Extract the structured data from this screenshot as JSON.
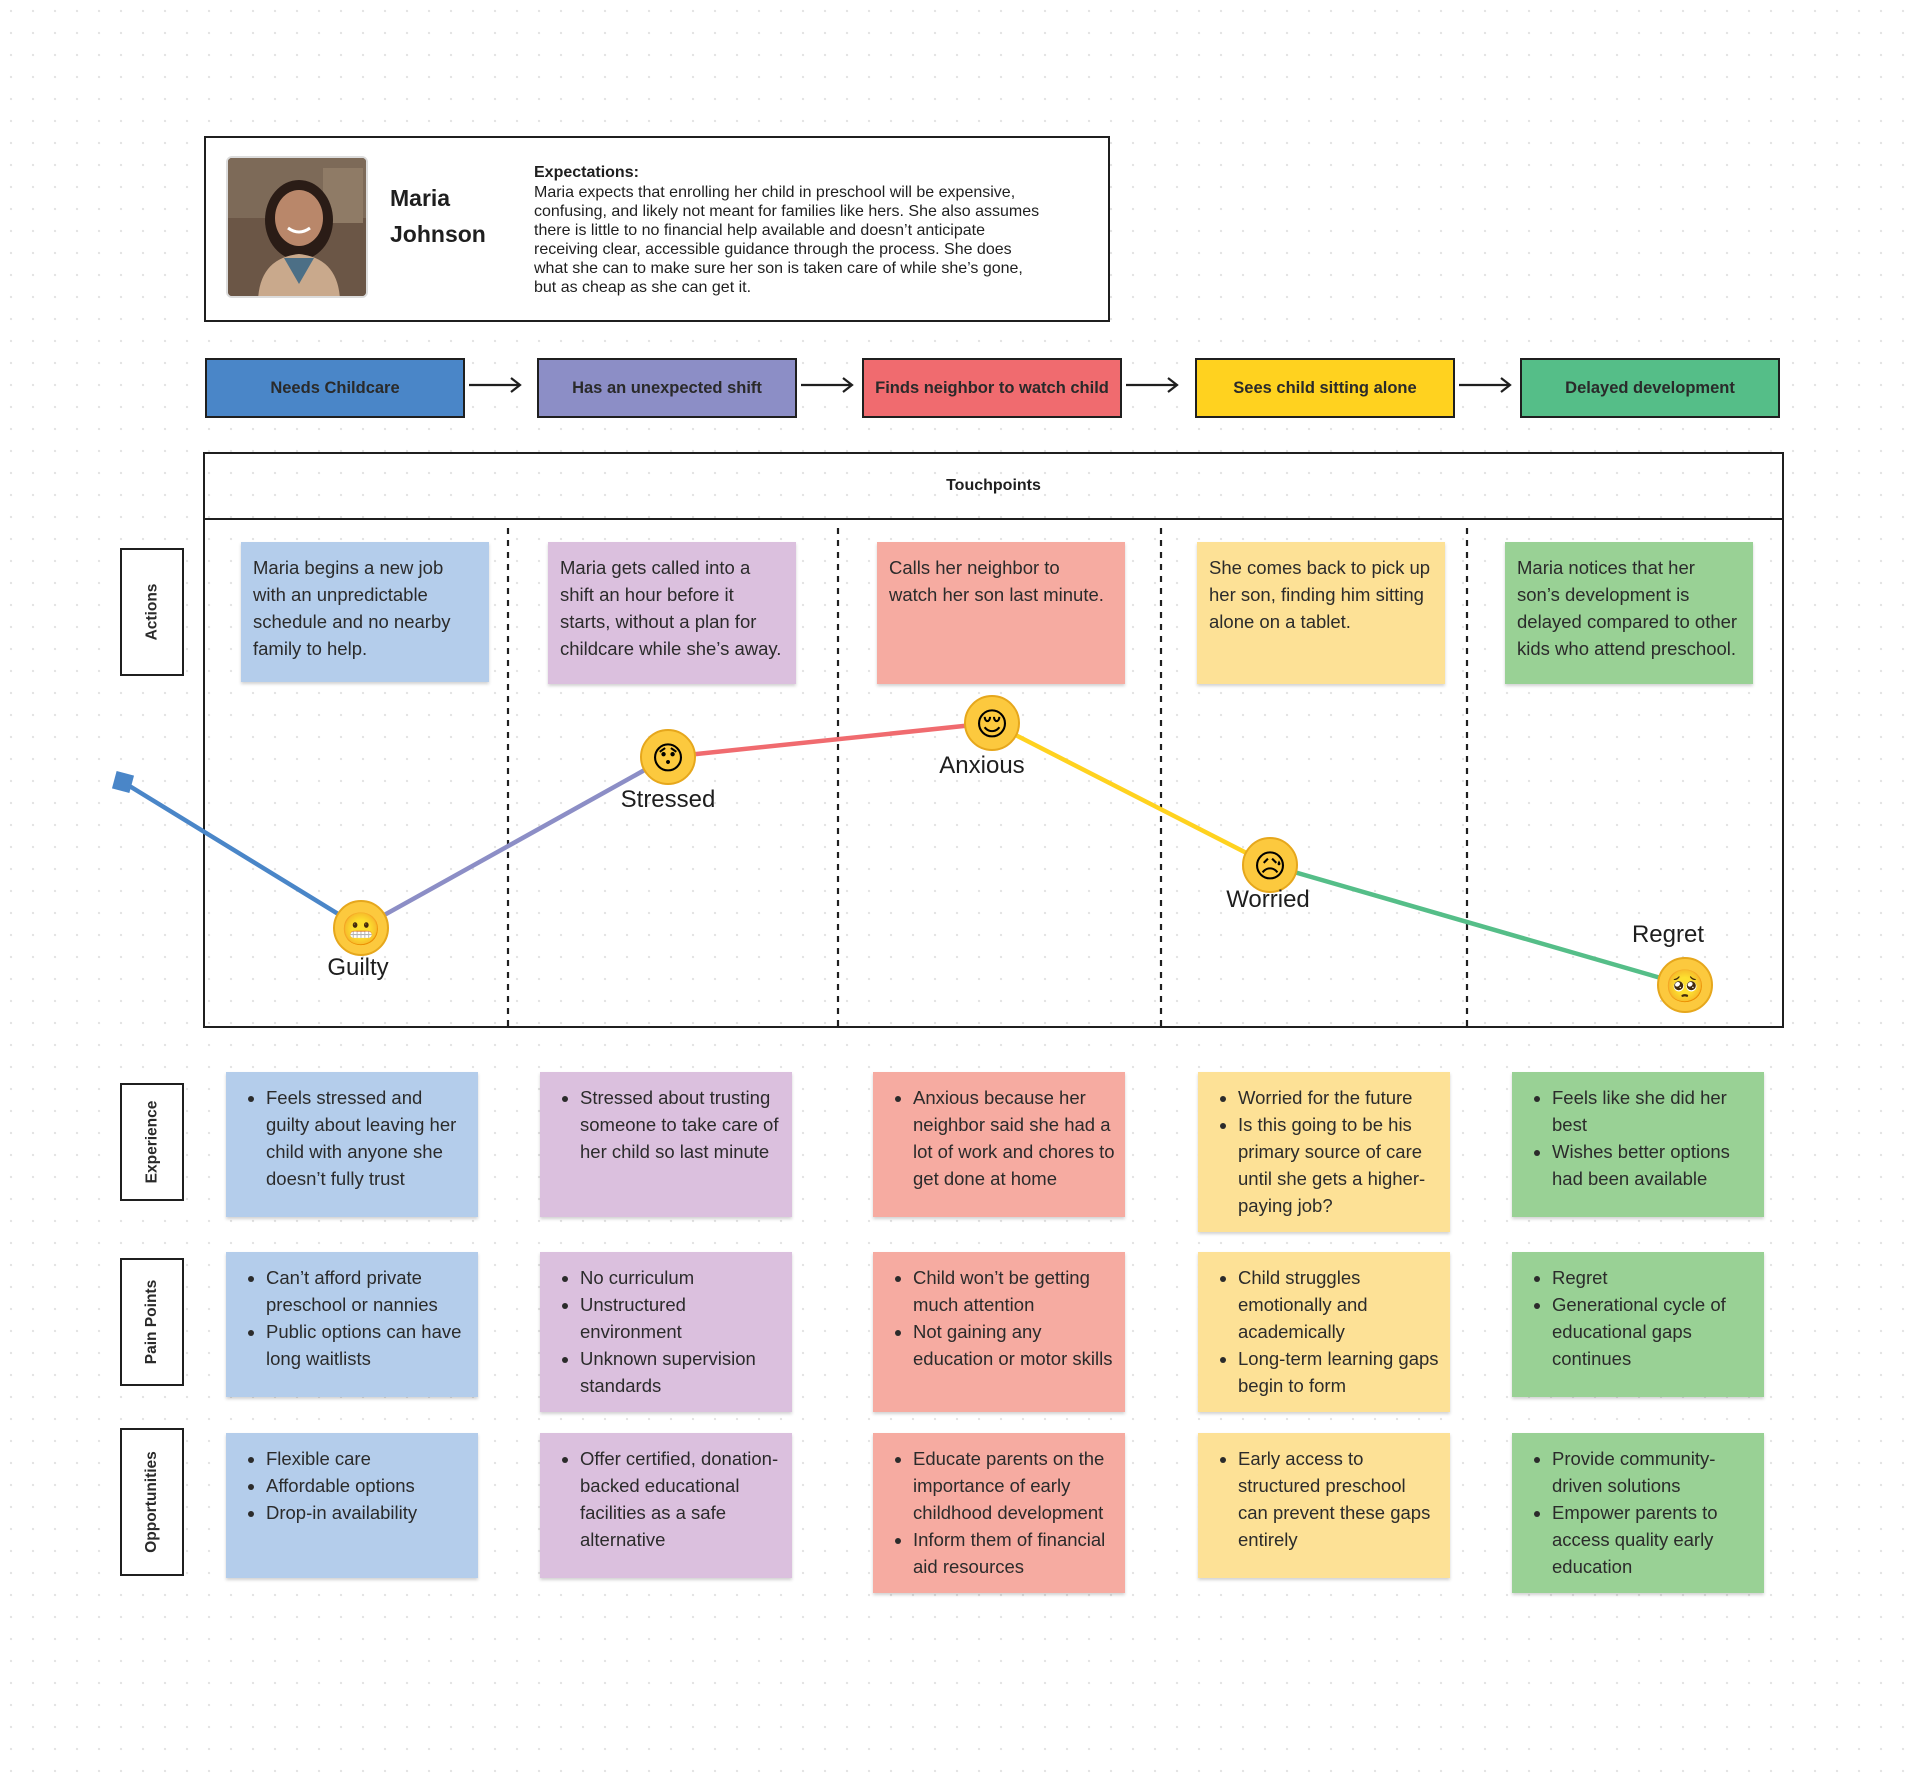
{
  "persona": {
    "name_first": "Maria",
    "name_last": "Johnson",
    "expectations_heading": "Expectations:",
    "expectations_text": "Maria expects that enrolling her child in preschool will be expensive, confusing, and likely not meant for families like hers. She also assumes there is little to no financial help available and doesn’t anticipate receiving clear, accessible guidance through the process. She does what she can to make sure her son is taken care of while she’s gone, but as cheap as she can get it."
  },
  "stages": [
    {
      "label": "Needs Childcare",
      "color": "#4a86c8"
    },
    {
      "label": "Has an unexpected shift",
      "color": "#8c8ec6"
    },
    {
      "label": "Finds neighbor to watch child",
      "color": "#f06b6f"
    },
    {
      "label": "Sees child sitting alone",
      "color": "#ffd21f"
    },
    {
      "label": "Delayed development",
      "color": "#55be88"
    }
  ],
  "touchpoints_title": "Touchpoints",
  "row_labels": {
    "actions": "Actions",
    "experience": "Experience",
    "pain_points": "Pain Points",
    "opportunities": "Opportunities"
  },
  "actions": [
    "Maria begins a new job with an unpredictable schedule and no nearby family to help.",
    "Maria gets called into a shift an hour before it starts, without a plan for childcare while she’s away.",
    "Calls her neighbor to watch her son last minute.",
    "She comes back to pick up her son, finding him sitting alone on a tablet.",
    "Maria notices that her son’s development is delayed compared to other kids who attend preschool."
  ],
  "emotions": [
    {
      "label": "Guilty",
      "emoji": "😬"
    },
    {
      "label": "Stressed",
      "emoji": "😯"
    },
    {
      "label": "Anxious",
      "emoji": "😌"
    },
    {
      "label": "Worried",
      "emoji": "😥"
    },
    {
      "label": "Regret",
      "emoji": "🥺"
    }
  ],
  "line_colors": [
    "#4a86c8",
    "#8c8ec6",
    "#f06b6f",
    "#ffd21f",
    "#55be88"
  ],
  "experience": [
    [
      "Feels stressed and guilty about leaving her child with anyone she doesn’t fully trust"
    ],
    [
      "Stressed about trusting someone to take care of her child so last minute"
    ],
    [
      "Anxious because her neighbor said she had a lot of work and chores to get done at home"
    ],
    [
      "Worried for the future",
      "Is this going to be his primary source of care until she gets a higher-paying job?"
    ],
    [
      "Feels like she did her best",
      "Wishes better options had been available"
    ]
  ],
  "pain_points": [
    [
      "Can’t afford private preschool or nannies",
      "Public options can have long waitlists"
    ],
    [
      "No curriculum",
      "Unstructured environment",
      "Unknown supervision standards"
    ],
    [
      "Child won’t be getting much attention",
      "Not gaining any education or motor skills"
    ],
    [
      "Child struggles emotionally and academically",
      "Long-term learning gaps begin to form"
    ],
    [
      "Regret",
      "Generational cycle of educational gaps continues"
    ]
  ],
  "opportunities": [
    [
      "Flexible care",
      "Affordable options",
      "Drop-in availability"
    ],
    [
      "Offer certified, donation-backed educational facilities as a safe alternative"
    ],
    [
      "Educate parents on the importance of early childhood development",
      "Inform them of financial aid resources"
    ],
    [
      "Early access to structured preschool can prevent these gaps entirely"
    ],
    [
      "Provide community-driven solutions",
      "Empower parents to access quality early education"
    ]
  ]
}
